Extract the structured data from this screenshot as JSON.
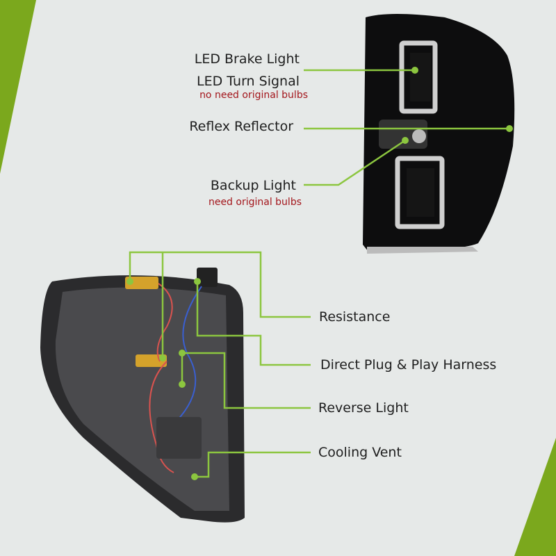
{
  "colors": {
    "accent": "#7ba81d",
    "line": "#8cc63f",
    "subtext": "#a3151b"
  },
  "front_labels": [
    {
      "title": "LED Brake Light"
    },
    {
      "title": "LED Turn Signal",
      "note": "no need original bulbs"
    },
    {
      "title": "Reflex Reflector"
    },
    {
      "title": "Backup Light",
      "note": "need original bulbs"
    }
  ],
  "back_labels": [
    "Resistance",
    "Direct Plug & Play Harness",
    "Reverse Light",
    "Cooling Vent"
  ]
}
